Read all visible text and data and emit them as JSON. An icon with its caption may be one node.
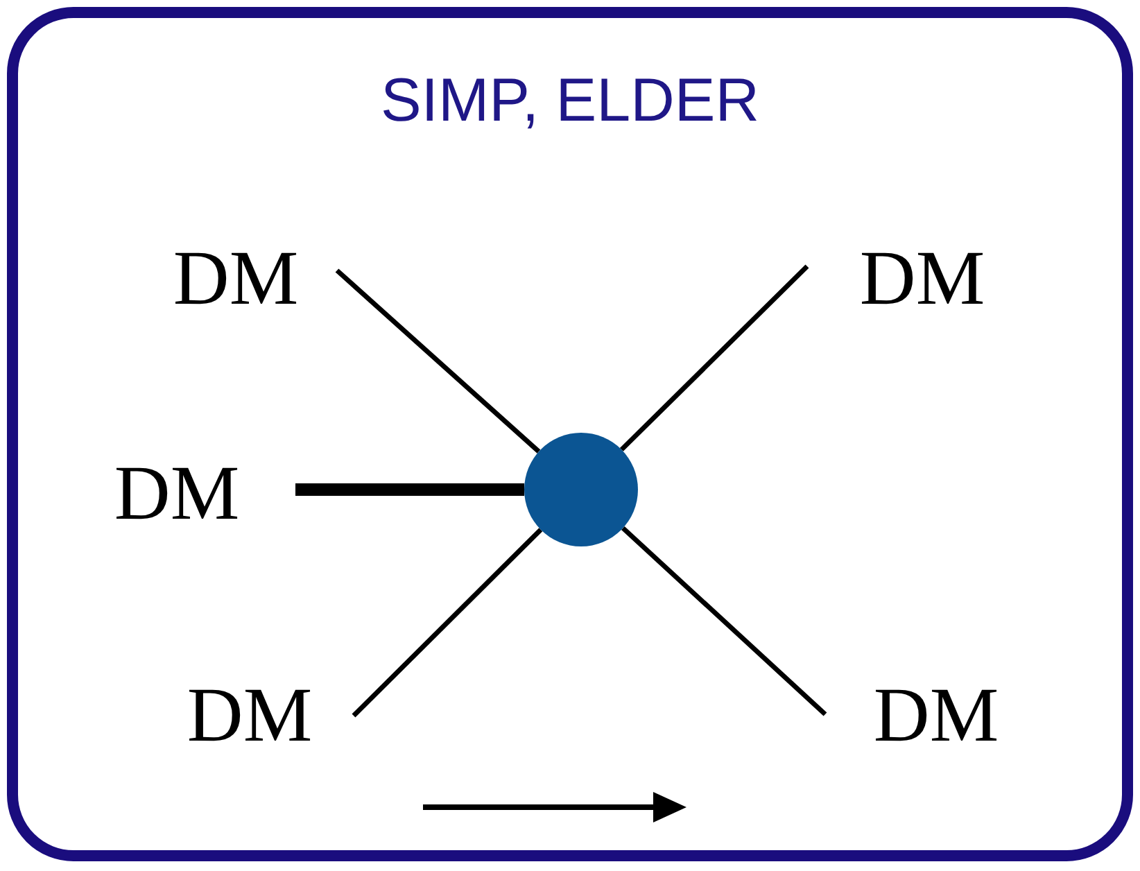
{
  "diagram": {
    "nodes": [
      {
        "text": [
          "SIMP, ELDER"
        ]
      },
      {
        "text": [
          "DM"
        ],
        "in": 0
      },
      {
        "text": [
          "DM"
        ],
        "in": 0
      },
      {
        "text": [
          "DM"
        ],
        "in": 0
      },
      {
        "text": [],
        "shape": "circle",
        "in": 0
      },
      {
        "text": [
          "DM"
        ],
        "in": 0
      },
      {
        "text": [
          "DM"
        ],
        "in": 0
      }
    ],
    "edges": [
      {
        "from": 1,
        "to": 4,
        "arrow": "none"
      },
      {
        "from": 2,
        "to": 4,
        "arrow": "none"
      },
      {
        "from": 3,
        "to": 4,
        "arrow": "none",
        "style": "thick"
      },
      {
        "from": 5,
        "to": 4,
        "arrow": "none"
      },
      {
        "from": 6,
        "to": 4,
        "arrow": "none"
      }
    ]
  }
}
